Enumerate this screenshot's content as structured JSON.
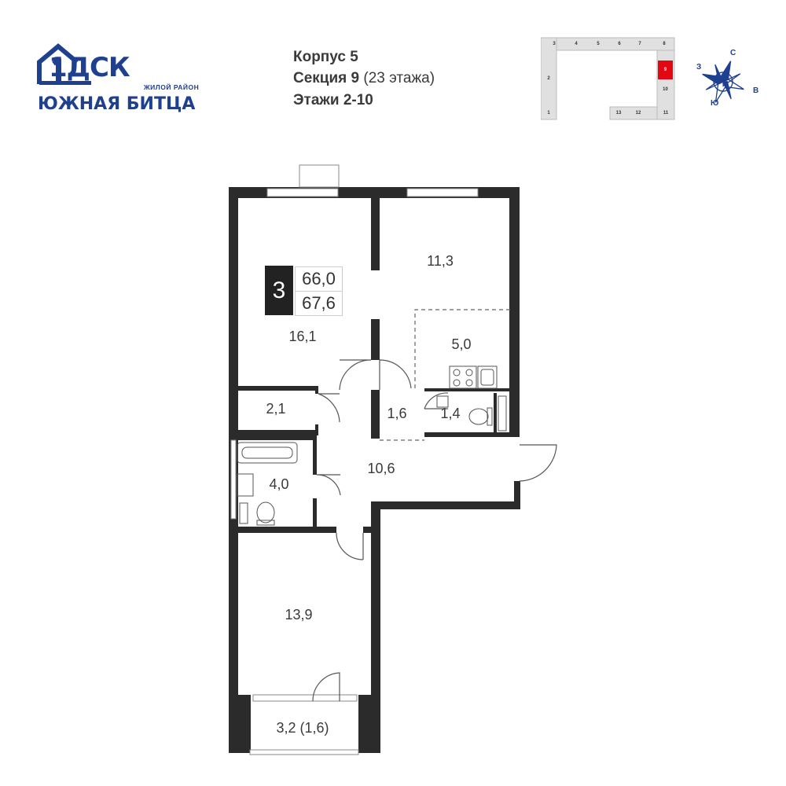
{
  "logo": {
    "brand": "1ДСК",
    "subtitle": "ЖИЛОЙ РАЙОН",
    "name": "ЮЖНАЯ БИТЦА"
  },
  "info": {
    "building": "Корпус 5",
    "section_label": "Секция 9",
    "section_floors": "(23 этажа)",
    "floors": "Этажи 2-10"
  },
  "site_plan": {
    "sections_top": [
      "3",
      "4",
      "5",
      "6",
      "7",
      "8"
    ],
    "sections_right": [
      "9",
      "10"
    ],
    "sections_bottom": [
      "13",
      "12",
      "11"
    ],
    "sections_left": [
      "2",
      "1"
    ],
    "highlighted": "9",
    "highlight_color": "#e30613"
  },
  "compass": {
    "n": "С",
    "w": "З",
    "e": "В",
    "s": "Ю"
  },
  "apartment": {
    "rooms": "3",
    "area_total": "66,0",
    "area_with_balcony": "67,6"
  },
  "room_areas": {
    "living_left": "16,1",
    "bedroom_right": "11,3",
    "kitchen": "5,0",
    "closet": "2,1",
    "hall_small": "1,6",
    "toilet": "1,4",
    "bathroom": "4,0",
    "hallway": "10,6",
    "bedroom_bottom": "13,9",
    "balcony": "3,2 (1,6)"
  },
  "colors": {
    "wall": "#2b2b2b",
    "brand": "#1f3f8f",
    "dash": "#666666"
  }
}
